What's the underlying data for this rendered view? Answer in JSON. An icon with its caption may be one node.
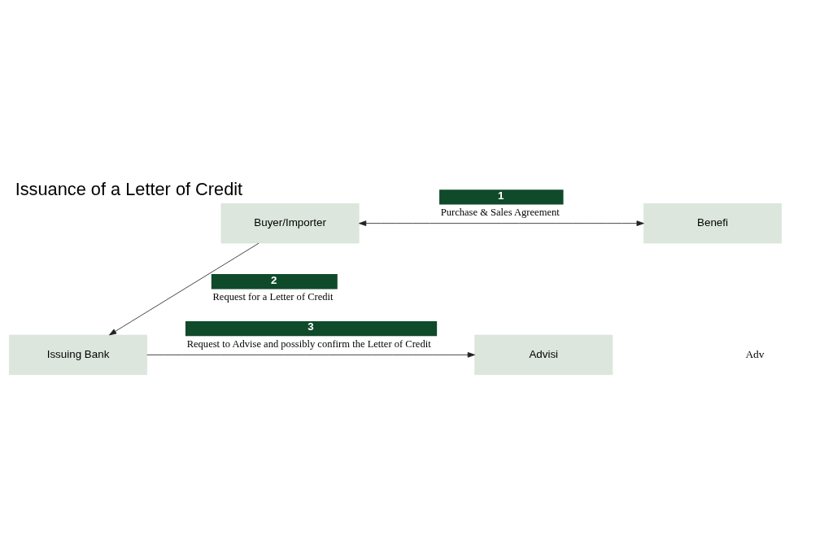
{
  "diagram": {
    "title": "Issuance of a Letter of Credit",
    "nodes": [
      {
        "text": [
          "Buyer/Importer"
        ]
      },
      {
        "text": [
          "Benefi"
        ]
      },
      {
        "text": [
          "Issuing Bank"
        ]
      },
      {
        "text": [
          "Advisi"
        ]
      }
    ],
    "edges": [
      {
        "from": 0,
        "to": 1,
        "arrow": "both",
        "label": "1 Purchase & Sales Agreement"
      },
      {
        "from": 0,
        "to": 2,
        "arrow": "to",
        "label": "2 Request for a Letter of Credit"
      },
      {
        "from": 2,
        "to": 3,
        "arrow": "to",
        "label": "3 Request to Advise and possibly confirm the Letter of Credit"
      }
    ],
    "labels": [
      "Adv"
    ]
  }
}
